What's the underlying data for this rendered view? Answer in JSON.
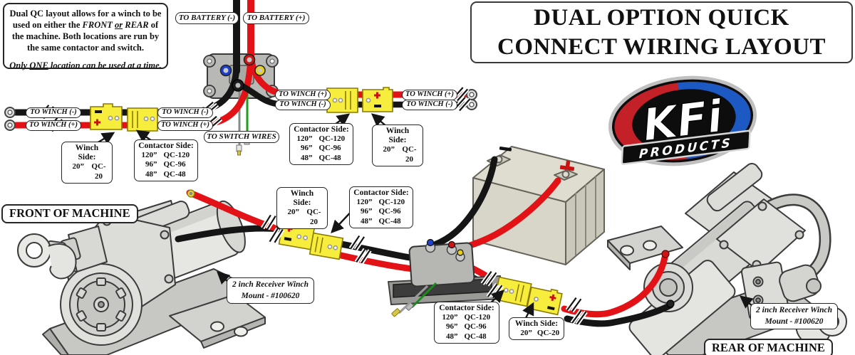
{
  "title": {
    "line1": "DUAL OPTION QUICK",
    "line2": "CONNECT WIRING LAYOUT"
  },
  "info_box": {
    "p1_a": "Dual QC layout allows for a winch to be used on either the ",
    "p1_front": "FRONT ",
    "p1_or": "or",
    "p1_rear": " REAR",
    "p1_b": " of the machine. Both locations are run by the same contactor and switch.",
    "p2_a": "Only ",
    "p2_one": "ONE",
    "p2_b": " location can be used at a time."
  },
  "wire_labels": {
    "to_battery_neg": "TO BATTERY (-)",
    "to_battery_pos": "TO BATTERY (+)",
    "to_winch_neg": "TO WINCH (-)",
    "to_winch_pos": "TO WINCH (+)",
    "to_switch_wires": "TO SWITCH WIRES"
  },
  "winch_side_box": {
    "title": "Winch Side:",
    "length": "20”",
    "part": "QC-20"
  },
  "contactor_side_box": {
    "title": "Contactor Side:",
    "rows": [
      [
        "120”",
        "QC-120"
      ],
      [
        "96”",
        "QC-96"
      ],
      [
        "48”",
        "QC-48"
      ]
    ]
  },
  "machine_labels": {
    "front": "FRONT OF MACHINE",
    "rear": "REAR OF MACHINE"
  },
  "mount_label": {
    "line1": "2 inch Receiver Winch",
    "line2": "Mount - #100620"
  },
  "logo": {
    "brand": "KFi",
    "sub": "PRODUCTS"
  },
  "battery": {
    "pos_mark": "+",
    "neg_mark": "-"
  },
  "colors": {
    "wire_red": "#e31217",
    "wire_black": "#151515",
    "connector_yellow": "#f7ed3c",
    "logo_red": "#c32127",
    "logo_blue": "#1d59c2",
    "machine_gray": "#d9d9d6"
  }
}
